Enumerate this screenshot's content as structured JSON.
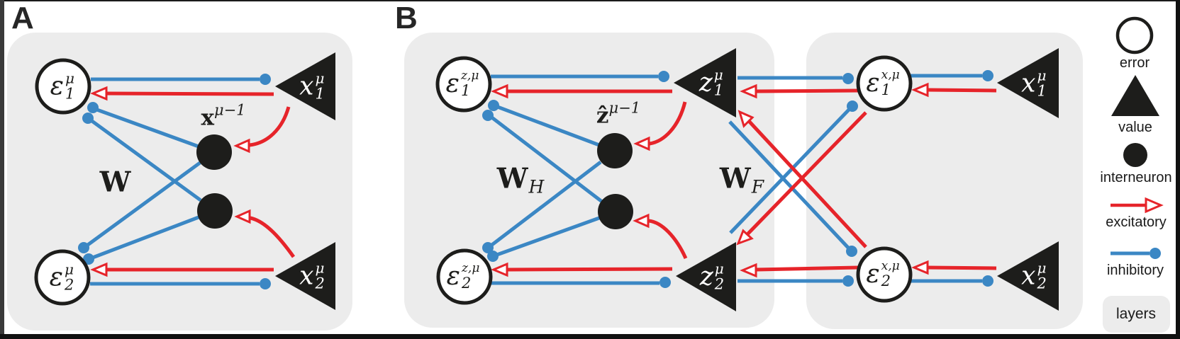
{
  "colors": {
    "blue_inhibitory": "#3b87c4",
    "red_excitatory": "#e6242a",
    "ink": "#1d1d1b",
    "panel_gray": "#ececec",
    "frame_dark": "#3a3a3a"
  },
  "panel_a": {
    "label": "A",
    "weight": {
      "base": "W",
      "sub": ""
    },
    "interneuron_label": {
      "base": "x",
      "sup": "μ−1"
    },
    "errors": [
      {
        "base": "ε",
        "sup": "μ",
        "sub": "1"
      },
      {
        "base": "ε",
        "sup": "μ",
        "sub": "2"
      }
    ],
    "values": [
      {
        "base": "x",
        "sup": "μ",
        "sub": "1"
      },
      {
        "base": "x",
        "sup": "μ",
        "sub": "2"
      }
    ]
  },
  "panel_b": {
    "label": "B",
    "weights": {
      "hidden": {
        "base": "W",
        "sub": "H"
      },
      "forward": {
        "base": "W",
        "sub": "F"
      }
    },
    "interneuron_label": {
      "base": "ẑ",
      "sup": "μ−1"
    },
    "z_errors": [
      {
        "base": "ε",
        "sup": "z,μ",
        "sub": "1"
      },
      {
        "base": "ε",
        "sup": "z,μ",
        "sub": "2"
      }
    ],
    "z_values": [
      {
        "base": "z",
        "sup": "μ",
        "sub": "1"
      },
      {
        "base": "z",
        "sup": "μ",
        "sub": "2"
      }
    ],
    "x_errors": [
      {
        "base": "ε",
        "sup": "x,μ",
        "sub": "1"
      },
      {
        "base": "ε",
        "sup": "x,μ",
        "sub": "2"
      }
    ],
    "x_values": [
      {
        "base": "x",
        "sup": "μ",
        "sub": "1"
      },
      {
        "base": "x",
        "sup": "μ",
        "sub": "2"
      }
    ]
  },
  "legend": {
    "error": "error",
    "value": "value",
    "interneuron": "interneuron",
    "excitatory": "excitatory",
    "inhibitory": "inhibitory",
    "layers": "layers"
  }
}
